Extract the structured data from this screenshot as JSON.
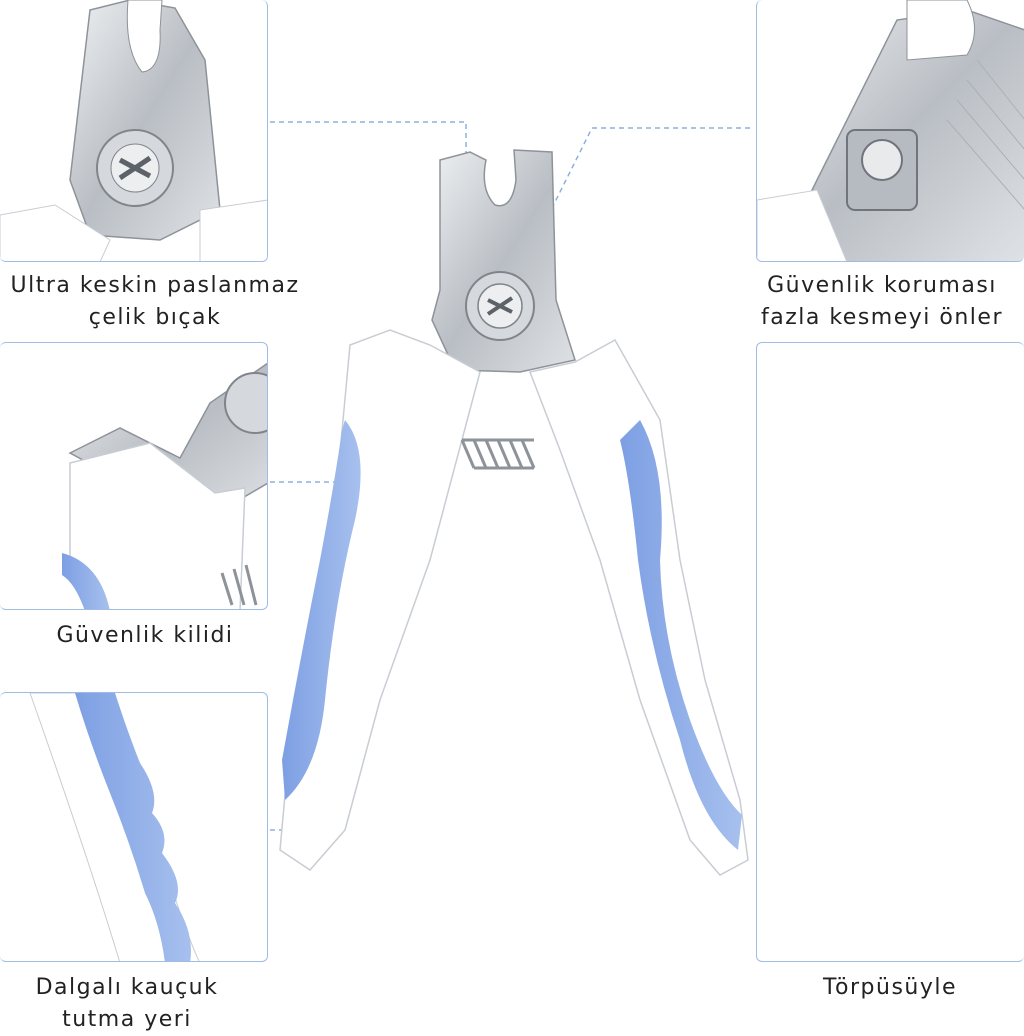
{
  "features": {
    "blade": {
      "line1": "Ultra keskin paslanmaz",
      "line2": "çelik bıçak"
    },
    "guard": {
      "line1": "Güvenlik koruması",
      "line2": "fazla kesmeyi önler"
    },
    "lock": {
      "line1": "Güvenlik kilidi"
    },
    "grip": {
      "line1": "Dalgalı kauçuk",
      "line2": "tutma yeri"
    },
    "file": {
      "line1": "Törpüsüyle"
    }
  },
  "colors": {
    "accent_blue": "#8eaee8",
    "border_blue": "#9fbde3",
    "steel": "#c9cdd2",
    "handle_white": "#ffffff"
  }
}
